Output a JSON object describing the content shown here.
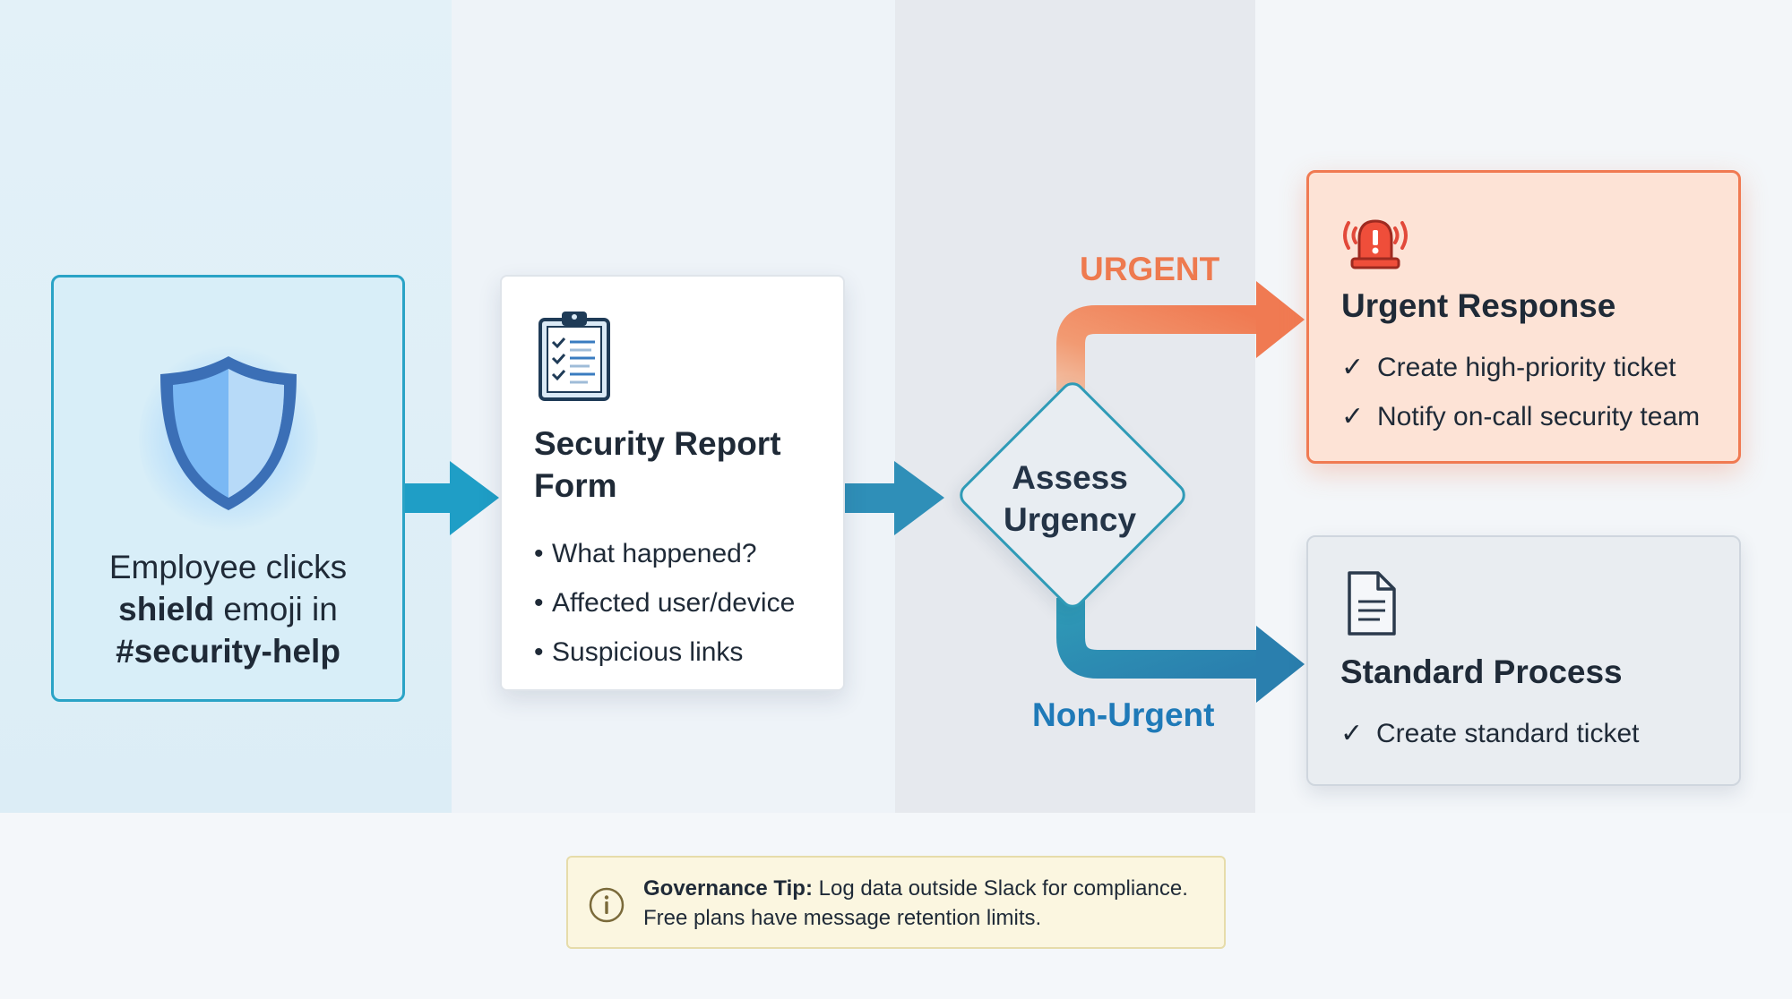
{
  "start": {
    "line1": "Employee clicks",
    "line2_bold": "shield",
    "line2_rest": " emoji in",
    "line3": "#security-help",
    "icon": "shield-icon"
  },
  "form": {
    "title_line1": "Security Report",
    "title_line2": "Form",
    "items": [
      "What happened?",
      "Affected user/device",
      "Suspicious links"
    ],
    "icon": "clipboard-checklist-icon"
  },
  "decision": {
    "line1": "Assess",
    "line2": "Urgency"
  },
  "branches": {
    "urgent_label": "URGENT",
    "nonurgent_label": "Non-Urgent"
  },
  "urgent": {
    "title": "Urgent Response",
    "items": [
      "Create high-priority ticket",
      "Notify on-call security team"
    ],
    "icon": "alarm-siren-icon"
  },
  "standard": {
    "title": "Standard Process",
    "items": [
      "Create standard ticket"
    ],
    "icon": "document-icon"
  },
  "tip": {
    "bold": "Governance Tip:",
    "line1": " Log data outside Slack for compliance.",
    "line2": "Free plans have message retention limits.",
    "icon": "info-icon"
  },
  "colors": {
    "teal": "#2aa3c6",
    "urgent_orange": "#f07a52",
    "nonurgent_blue": "#1f7ab8",
    "tip_background": "#fbf6e0"
  },
  "check_glyph": "✓",
  "bullet_glyph": "•"
}
